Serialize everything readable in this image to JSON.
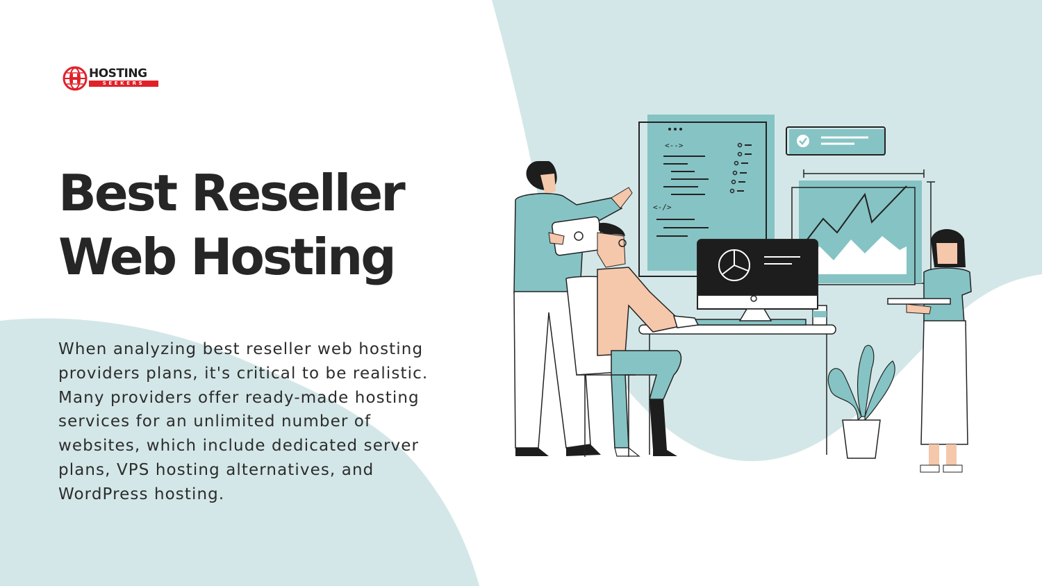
{
  "logo": {
    "word": "HOSTING",
    "tagline": "SEEKERS",
    "brand_color": "#e0212a"
  },
  "title": {
    "line1": "Best Reseller",
    "line2": "Web Hosting"
  },
  "description": "When analyzing best reseller web hosting providers plans, it's critical to be realistic. Many providers offer ready-made hosting services for an unlimited number of websites, which include dedicated server plans, VPS hosting alternatives, and WordPress hosting.",
  "colors": {
    "background": "#ffffff",
    "blob": "#d4e7e8",
    "teal": "#86c3c4",
    "text": "#262626",
    "skin": "#f5c7ab"
  },
  "illustration": {
    "code_tags": [
      "<-->",
      "<-/>"
    ]
  }
}
